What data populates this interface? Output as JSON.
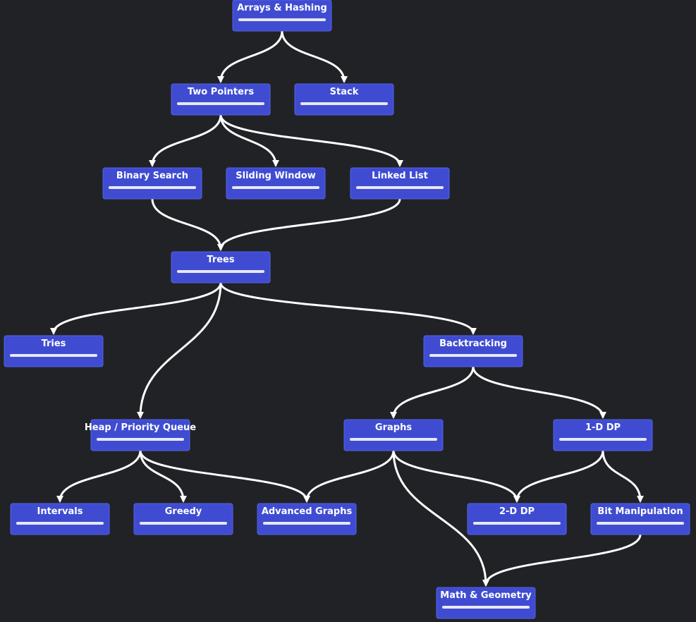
{
  "colors": {
    "background": "#212226",
    "node_fill": "#3f4cd1",
    "node_border": "#5562e6",
    "edge": "#ffffff",
    "text": "#ffffff",
    "progress_track": "#e7e8f3",
    "progress_fill": "#22c55e"
  },
  "nodes": [
    {
      "id": "arrays-hashing",
      "label": "Arrays & Hashing",
      "progress": 0
    },
    {
      "id": "two-pointers",
      "label": "Two Pointers",
      "progress": 0
    },
    {
      "id": "stack",
      "label": "Stack",
      "progress": 0
    },
    {
      "id": "binary-search",
      "label": "Binary Search",
      "progress": 0
    },
    {
      "id": "sliding-window",
      "label": "Sliding Window",
      "progress": 0
    },
    {
      "id": "linked-list",
      "label": "Linked List",
      "progress": 0
    },
    {
      "id": "trees",
      "label": "Trees",
      "progress": 0
    },
    {
      "id": "tries",
      "label": "Tries",
      "progress": 0
    },
    {
      "id": "backtracking",
      "label": "Backtracking",
      "progress": 0
    },
    {
      "id": "heap-priority-queue",
      "label": "Heap / Priority Queue",
      "progress": 0
    },
    {
      "id": "graphs",
      "label": "Graphs",
      "progress": 0
    },
    {
      "id": "1d-dp",
      "label": "1-D DP",
      "progress": 0
    },
    {
      "id": "intervals",
      "label": "Intervals",
      "progress": 0
    },
    {
      "id": "greedy",
      "label": "Greedy",
      "progress": 0
    },
    {
      "id": "advanced-graphs",
      "label": "Advanced Graphs",
      "progress": 0
    },
    {
      "id": "2d-dp",
      "label": "2-D DP",
      "progress": 0
    },
    {
      "id": "bit-manipulation",
      "label": "Bit Manipulation",
      "progress": 0
    },
    {
      "id": "math-geometry",
      "label": "Math & Geometry",
      "progress": 0
    }
  ],
  "edges": [
    {
      "from": "arrays-hashing",
      "to": "two-pointers"
    },
    {
      "from": "arrays-hashing",
      "to": "stack"
    },
    {
      "from": "two-pointers",
      "to": "binary-search"
    },
    {
      "from": "two-pointers",
      "to": "sliding-window"
    },
    {
      "from": "two-pointers",
      "to": "linked-list"
    },
    {
      "from": "binary-search",
      "to": "trees"
    },
    {
      "from": "linked-list",
      "to": "trees"
    },
    {
      "from": "trees",
      "to": "tries"
    },
    {
      "from": "trees",
      "to": "heap-priority-queue"
    },
    {
      "from": "trees",
      "to": "backtracking"
    },
    {
      "from": "backtracking",
      "to": "graphs"
    },
    {
      "from": "backtracking",
      "to": "1d-dp"
    },
    {
      "from": "heap-priority-queue",
      "to": "intervals"
    },
    {
      "from": "heap-priority-queue",
      "to": "greedy"
    },
    {
      "from": "heap-priority-queue",
      "to": "advanced-graphs"
    },
    {
      "from": "graphs",
      "to": "advanced-graphs"
    },
    {
      "from": "graphs",
      "to": "2d-dp"
    },
    {
      "from": "graphs",
      "to": "math-geometry"
    },
    {
      "from": "1d-dp",
      "to": "2d-dp"
    },
    {
      "from": "1d-dp",
      "to": "bit-manipulation"
    },
    {
      "from": "bit-manipulation",
      "to": "math-geometry"
    }
  ]
}
